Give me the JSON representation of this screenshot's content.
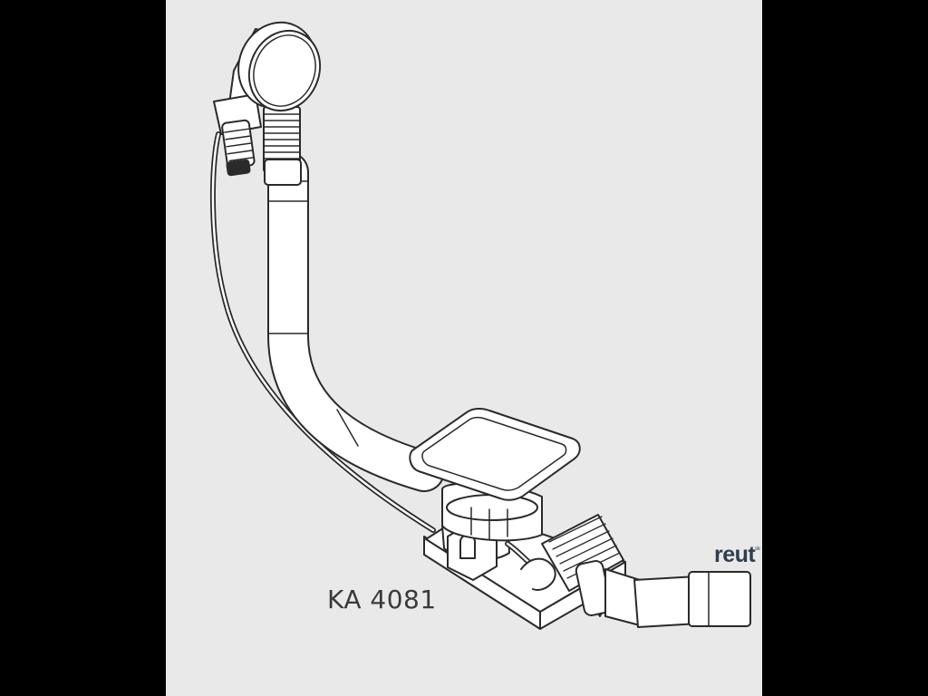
{
  "diagram": {
    "model_code": "KA 4081",
    "brand_logo": "reut",
    "brand_logo_suffix": "sk",
    "colors": {
      "outer_background": "#000000",
      "panel_background": "#e9e9e9",
      "line": "#2a2a2a",
      "part_fill": "#ffffff"
    }
  }
}
